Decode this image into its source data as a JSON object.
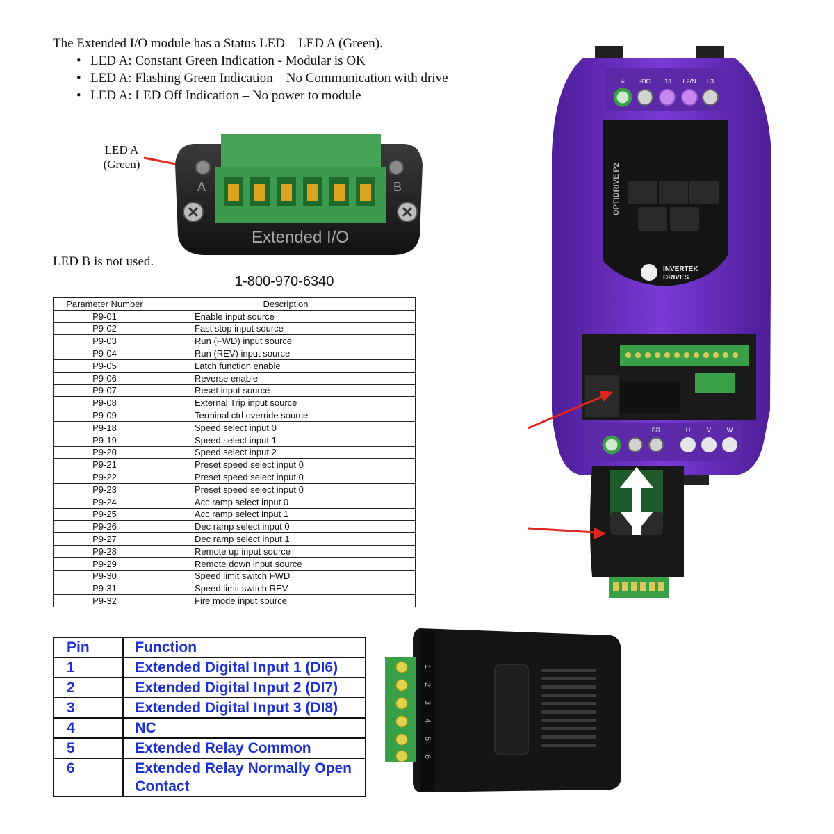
{
  "intro": {
    "heading": "The Extended I/O module has a Status LED – LED A (Green).",
    "bullets": [
      "LED A: Constant Green Indication - Modular is OK",
      "LED A: Flashing Green Indication – No Communication with drive",
      "LED A: LED Off Indication – No power to module"
    ]
  },
  "module_picture": {
    "led_label_line1": "LED A",
    "led_label_line2": "(Green)",
    "letter_a": "A",
    "letter_b": "B",
    "caption": "Extended I/O"
  },
  "note": "LED B is not used.",
  "phone": "1-800-970-6340",
  "param_table": {
    "headers": [
      "Parameter Number",
      "Description"
    ],
    "rows": [
      [
        "P9-01",
        "Enable input source"
      ],
      [
        "P9-02",
        "Fast stop input source"
      ],
      [
        "P9-03",
        "Run (FWD) input source"
      ],
      [
        "P9-04",
        "Run (REV) input source"
      ],
      [
        "P9-05",
        "Latch function enable"
      ],
      [
        "P9-06",
        "Reverse enable"
      ],
      [
        "P9-07",
        "Reset input source"
      ],
      [
        "P9-08",
        "External Trip input source"
      ],
      [
        "P9-09",
        "Terminal ctrl override source"
      ],
      [
        "P9-18",
        "Speed select input 0"
      ],
      [
        "P9-19",
        "Speed select input 1"
      ],
      [
        "P9-20",
        "Speed select input 2"
      ],
      [
        "P9-21",
        "Preset speed select input 0"
      ],
      [
        "P9-22",
        "Preset speed select input 0"
      ],
      [
        "P9-23",
        "Preset speed select input 0"
      ],
      [
        "P9-24",
        "Acc ramp select input 0"
      ],
      [
        "P9-25",
        "Acc ramp select input 1"
      ],
      [
        "P9-26",
        "Dec ramp select input 0"
      ],
      [
        "P9-27",
        "Dec ramp select input 1"
      ],
      [
        "P9-28",
        "Remote up input source"
      ],
      [
        "P9-29",
        "Remote down input source"
      ],
      [
        "P9-30",
        "Speed limit switch FWD"
      ],
      [
        "P9-31",
        "Speed limit switch REV"
      ],
      [
        "P9-32",
        "Fire mode input source"
      ]
    ]
  },
  "pin_table": {
    "headers": [
      "Pin",
      "Function"
    ],
    "rows": [
      [
        "1",
        "Extended Digital Input 1 (DI6)"
      ],
      [
        "2",
        "Extended Digital Input 2 (DI7)"
      ],
      [
        "3",
        "Extended Digital Input 3 (DI8)"
      ],
      [
        "4",
        "NC"
      ],
      [
        "5",
        "Extended Relay Common"
      ],
      [
        "6",
        "Extended Relay Normally Open Contact"
      ]
    ]
  },
  "drive_picture": {
    "top_terminals": [
      "-DC",
      "L1/L",
      "L2/N",
      "L3"
    ],
    "bottom_terminals": [
      "BR",
      "U",
      "V",
      "W"
    ],
    "product_name": "OPTIDRIVE P2",
    "brand_line1": "INVERTEK",
    "brand_line2": "DRIVES"
  },
  "connector_picture": {
    "pin_numbers": [
      "1",
      "2",
      "3",
      "4",
      "5",
      "6"
    ]
  },
  "colors": {
    "drive_purple": "#6a2bc4",
    "terminal_green": "#3aa047",
    "arrow_red": "#e2281e",
    "pin_table_text": "#1c2fd0"
  }
}
